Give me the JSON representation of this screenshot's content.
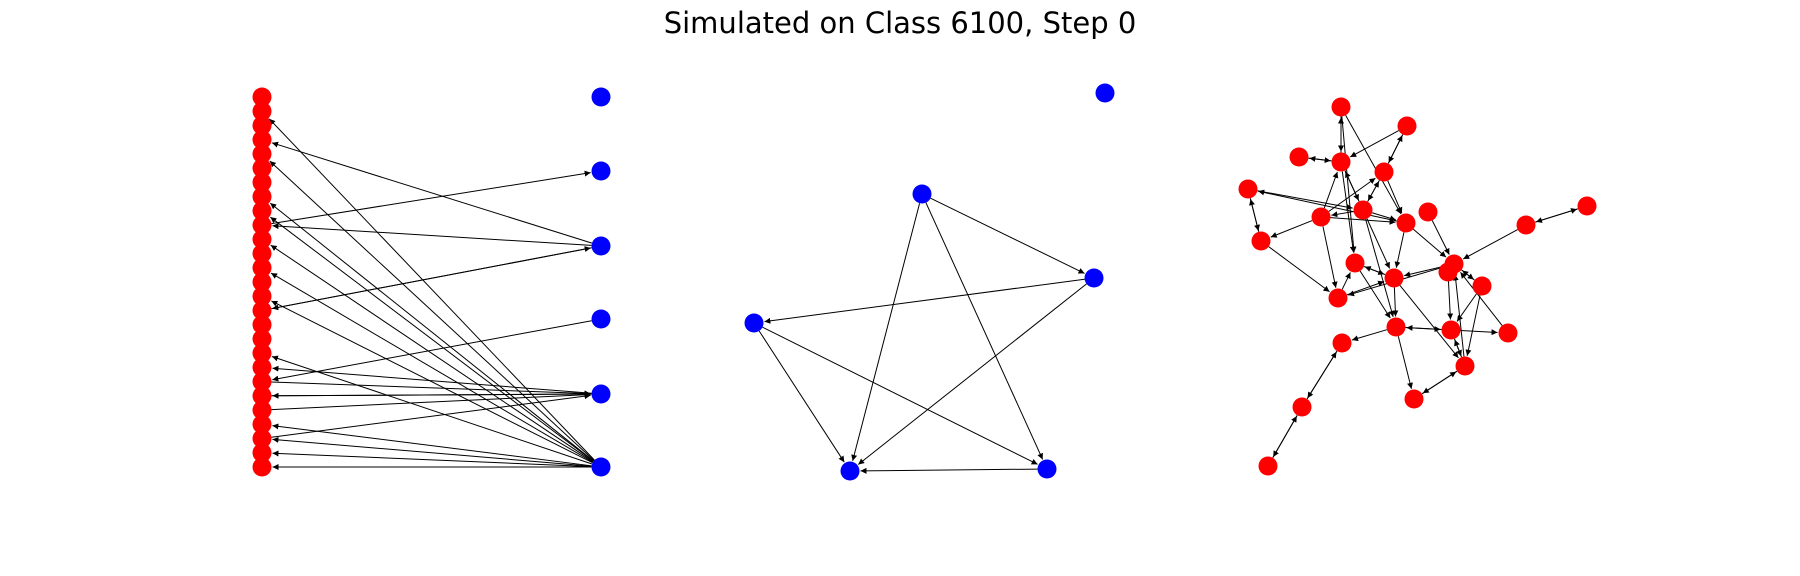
{
  "title": "Simulated on Class 6100, Step 0",
  "colors": {
    "left_nodes": "#ff0000",
    "right_nodes": "#0000ff",
    "edges": "#000000",
    "background": "#ffffff"
  },
  "panels": [
    {
      "name": "bipartite-graph-panel",
      "node_color": "red/blue",
      "directed": true
    },
    {
      "name": "blue-graph-panel",
      "node_color": "blue",
      "directed": true
    },
    {
      "name": "red-graph-panel",
      "node_color": "red",
      "directed": true
    }
  ]
}
